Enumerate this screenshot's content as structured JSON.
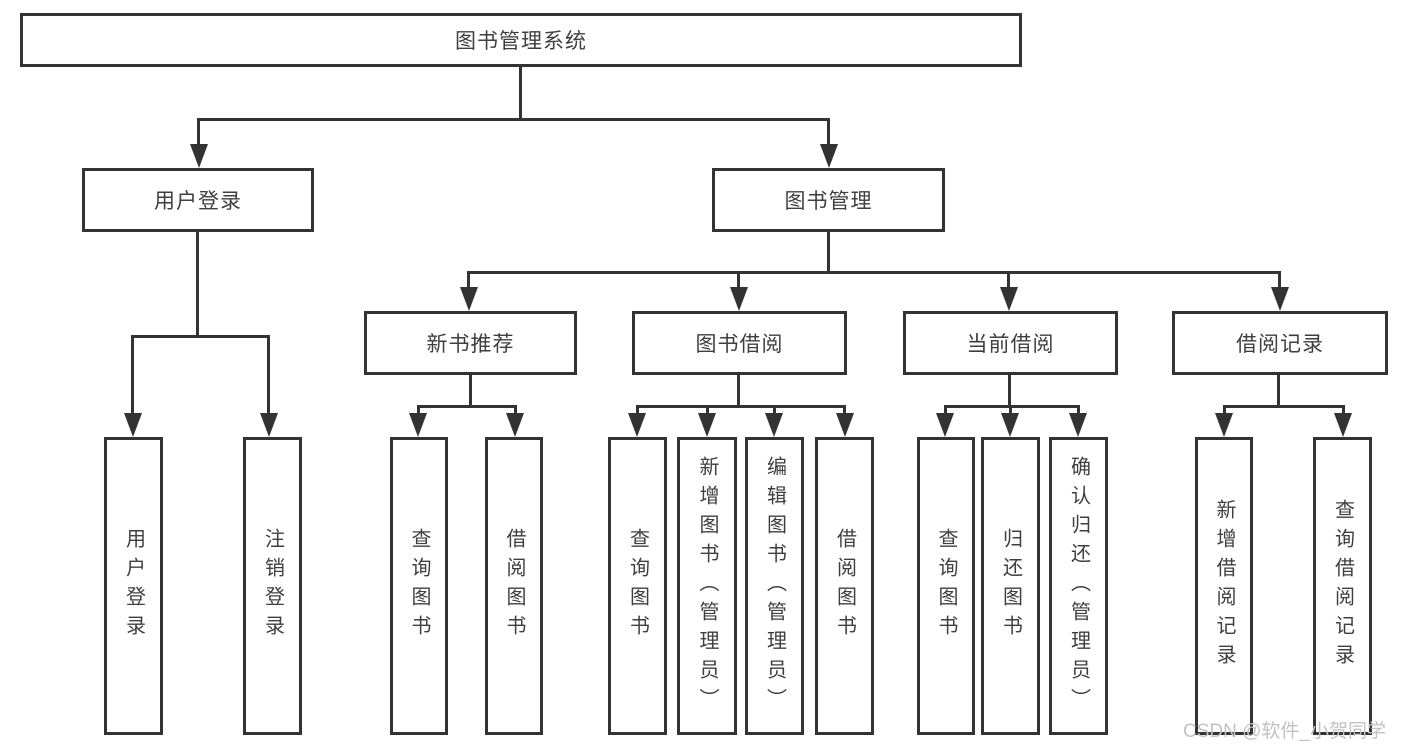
{
  "title": "图书管理系统",
  "watermark": "CSDN @软件_小贺同学",
  "nodes": {
    "login": "用户登录",
    "mgmt": "图书管理",
    "newbook": "新书推荐",
    "borrow": "图书借阅",
    "current": "当前借阅",
    "records": "借阅记录",
    "login_children": [
      "用户登录",
      "注销登录"
    ],
    "newbook_children": [
      "查询图书",
      "借阅图书"
    ],
    "borrow_children": [
      "查询图书",
      "新增图书（管理员）",
      "编辑图书（管理员）",
      "借阅图书"
    ],
    "current_children": [
      "查询图书",
      "归还图书",
      "确认归还（管理员）"
    ],
    "records_children": [
      "新增借阅记录",
      "查询借阅记录"
    ]
  }
}
